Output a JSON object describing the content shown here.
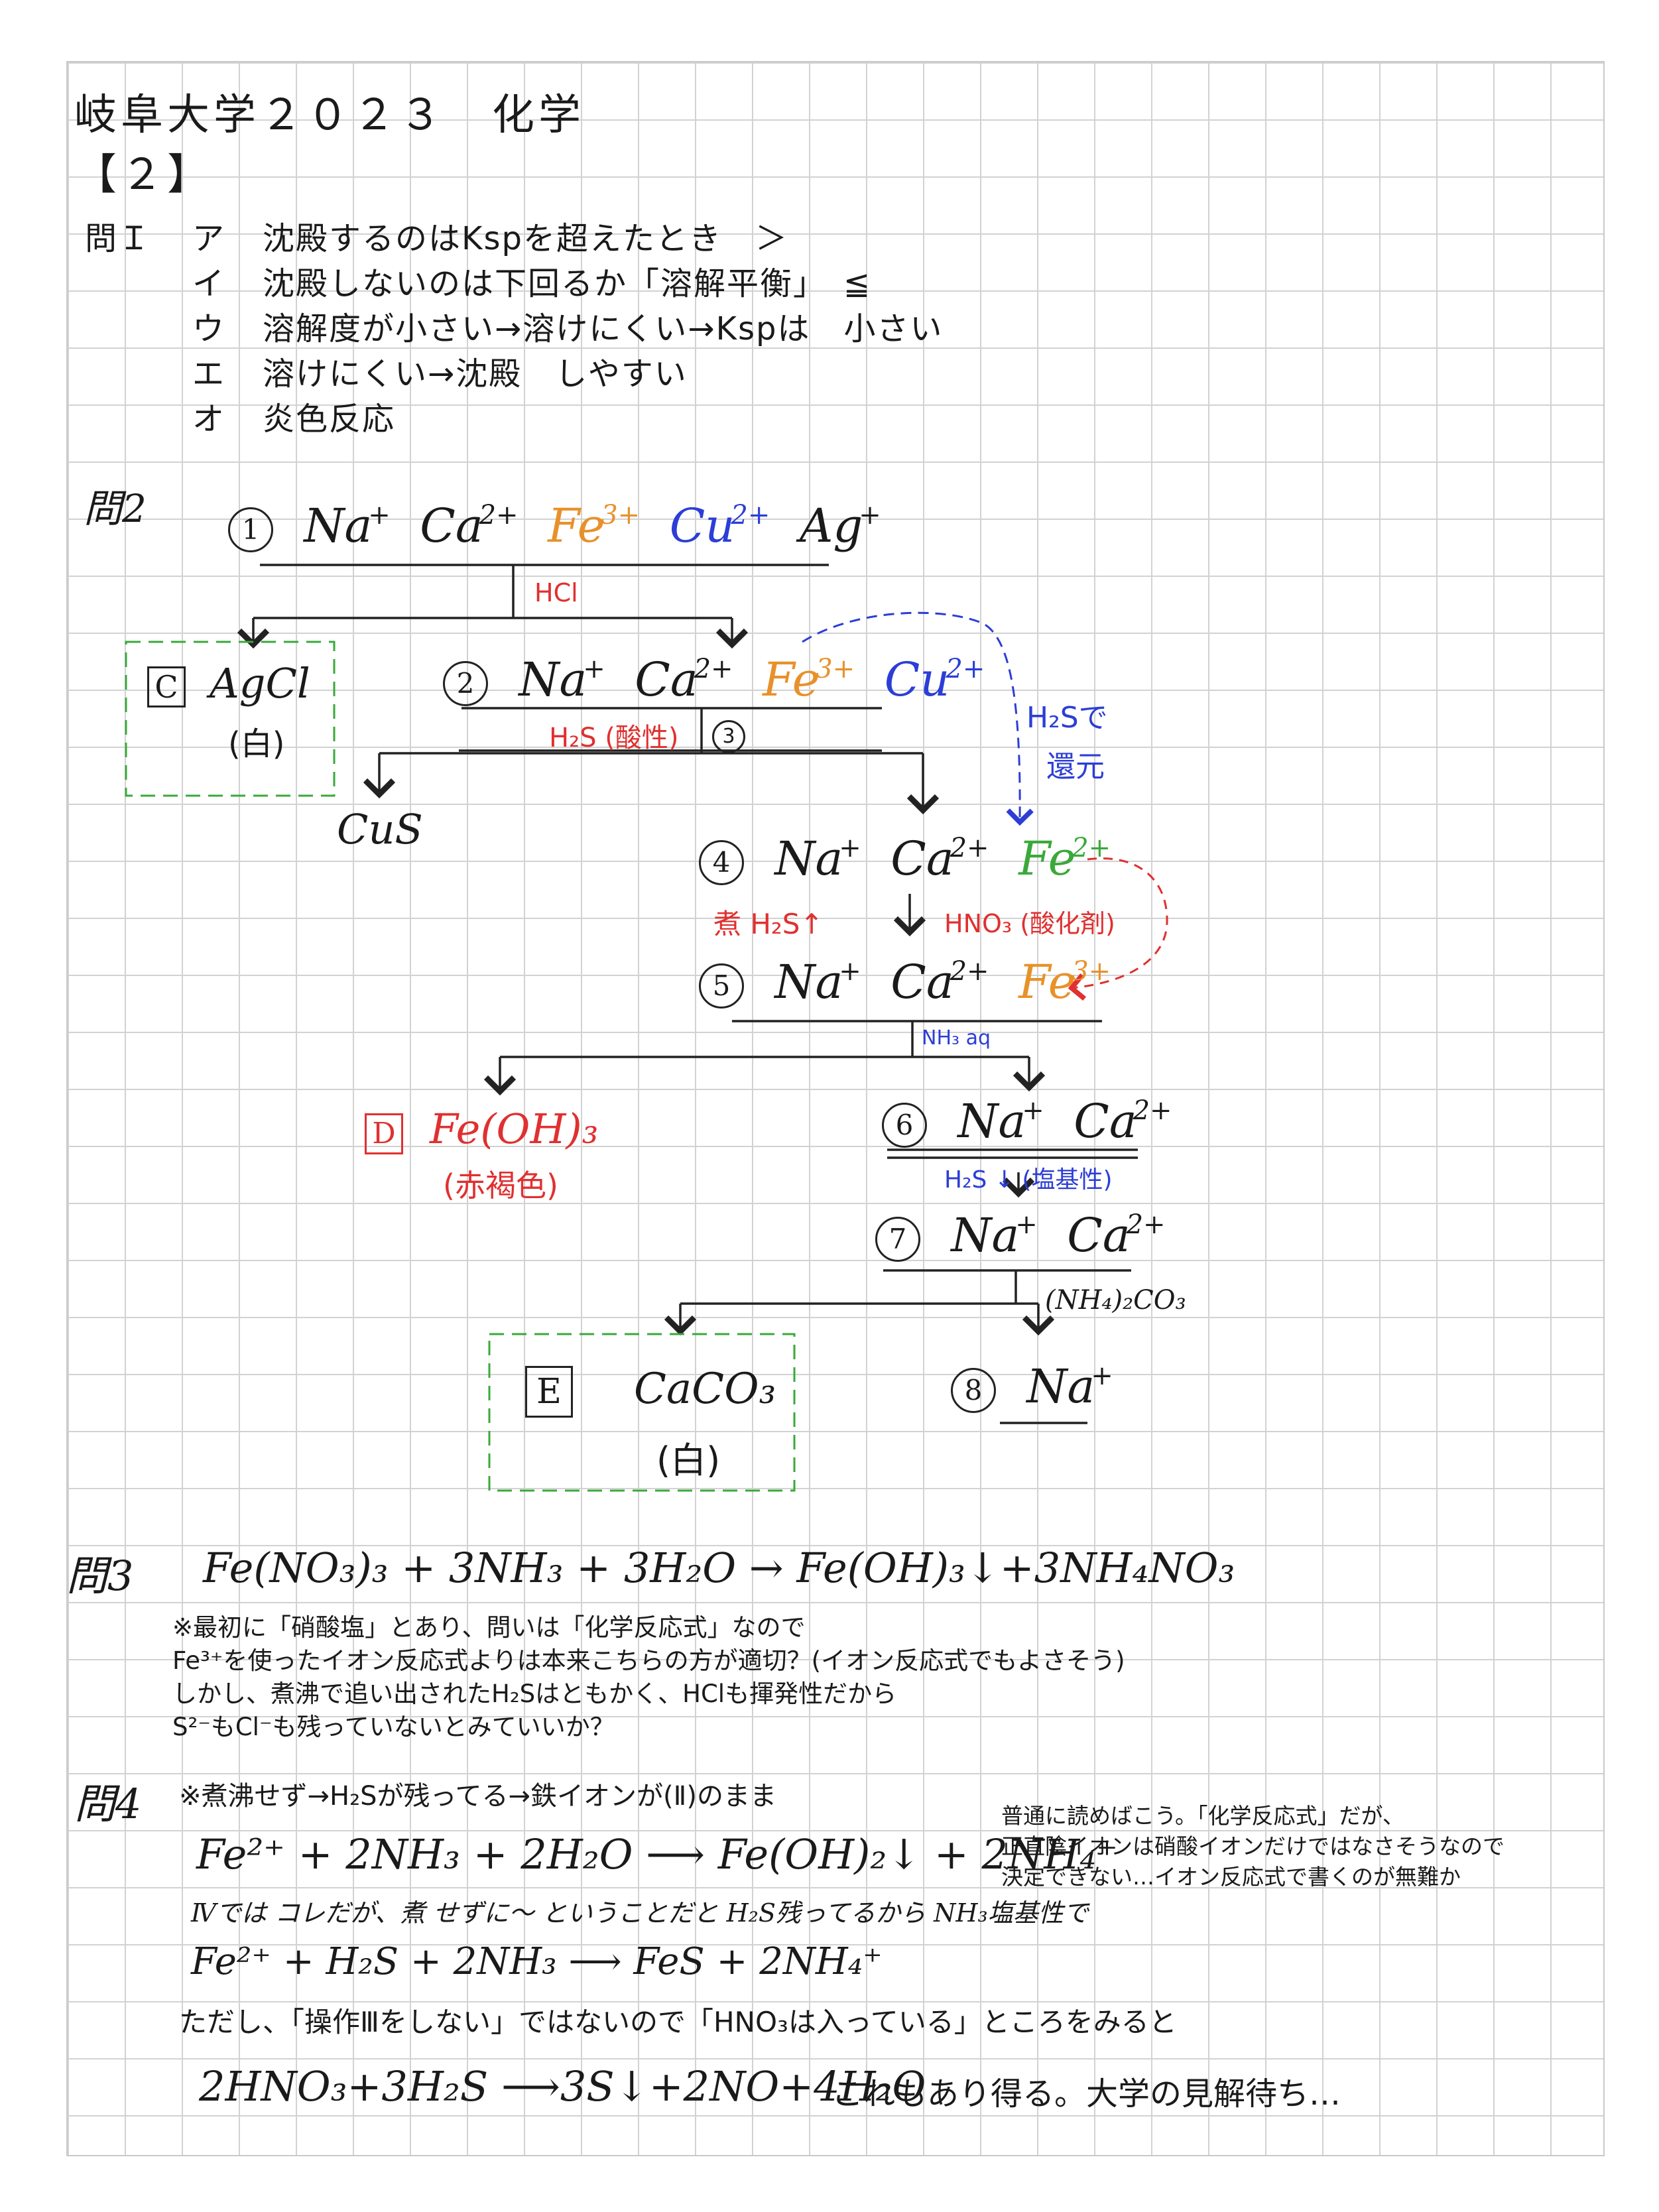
{
  "header": {
    "title": "岐阜大学２０２３　化学",
    "section": "【２】"
  },
  "q1": {
    "label": "問Ｉ",
    "rows": [
      {
        "kana": "ア",
        "text": "沈殿するのはKspを超えたとき　＞"
      },
      {
        "kana": "イ",
        "text": "沈殿しないのは下回るか「溶解平衡」　≦"
      },
      {
        "kana": "ウ",
        "text": "溶解度が小さい→溶けにくい→Kspは　小さい"
      },
      {
        "kana": "エ",
        "text": "溶けにくい→沈殿　しやすい"
      },
      {
        "kana": "オ",
        "text": "炎色反応"
      }
    ]
  },
  "q2": {
    "label": "問2",
    "step1": {
      "num": "1",
      "ions": [
        "Na",
        "+",
        "Ca",
        "2+",
        "Fe",
        "3+",
        "Cu",
        "2+",
        "Ag",
        "+"
      ]
    },
    "hcl": "HCl",
    "c_box": {
      "letter": "C",
      "formula": "AgCl",
      "color": "(白)"
    },
    "step2": {
      "num": "2",
      "ions": [
        "Na",
        "+",
        "Ca",
        "2+",
        "Fe",
        "3+",
        "Cu",
        "2+"
      ]
    },
    "h2s_acid": "H₂S (酸性)",
    "step3_num": "3",
    "cus": "CuS",
    "h2s_reduce": [
      "H₂Sで",
      "還元"
    ],
    "step4": {
      "num": "4",
      "ions": [
        "Na",
        "+",
        "Ca",
        "2+",
        "Fe",
        "2+"
      ]
    },
    "boil": "煮 H₂S↑",
    "hno3": "HNO₃ (酸化剤)",
    "step5": {
      "num": "5",
      "ions": [
        "Na",
        "+",
        "Ca",
        "2+",
        "Fe",
        "3+"
      ]
    },
    "nh3aq": "NH₃ aq",
    "d_box": {
      "letter": "D",
      "formula": "Fe(OH)₃",
      "color": "(赤褐色)"
    },
    "step6": {
      "num": "6",
      "ions": [
        "Na",
        "+",
        "Ca",
        "2+"
      ]
    },
    "h2s_basic": "H₂S ↓ (塩基性)",
    "step7": {
      "num": "7",
      "ions": [
        "Na",
        "+",
        "Ca",
        "2+"
      ]
    },
    "nh4co3": "(NH₄)₂CO₃",
    "e_box": {
      "letter": "E",
      "formula": "CaCO₃",
      "color": "(白)"
    },
    "step8": {
      "num": "8",
      "ions": [
        "Na",
        "+"
      ]
    }
  },
  "q3": {
    "label": "問3",
    "equation": "Fe(NO₃)₃ + 3NH₃ + 3H₂O → Fe(OH)₃↓+3NH₄NO₃",
    "notes": [
      "※最初に「硝酸塩」とあり、問いは「化学反応式」なので",
      "Fe³⁺を使ったイオン反応式よりは本来こちらの方が適切？(イオン反応式でもよさそう)",
      "しかし、煮沸で追い出されたH₂Sはともかく、HClも揮発性だから",
      "S²⁻もCl⁻も残っていないとみていいか？"
    ]
  },
  "q4": {
    "label": "問4",
    "lead": "※煮沸せず→H₂Sが残ってる→鉄イオンが(Ⅱ)のまま",
    "side_notes": [
      "普通に読めばこう。「化学反応式」だが、",
      "正直陰イオンは硝酸イオンだけではなさそうなので",
      "決定できない…イオン反応式で書くのが無難か"
    ],
    "eq1": "Fe²⁺ + 2NH₃ + 2H₂O ⟶ Fe(OH)₂↓ + 2NH₄⁺",
    "hand_note": "Ⅳでは コレだが、煮 せずに～ ということだと H₂S残ってるから NH₃塩基性で",
    "eq2": "Fe²⁺ + H₂S + 2NH₃ ⟶ FeS + 2NH₄⁺",
    "note2": "ただし、「操作Ⅲをしない」ではないので「HNO₃は入っている」ところをみると",
    "eq3": "2HNO₃+3H₂S ⟶3S↓+2NO+4H₂O",
    "conclusion": "これもあり得る。大学の見解待ち…"
  }
}
